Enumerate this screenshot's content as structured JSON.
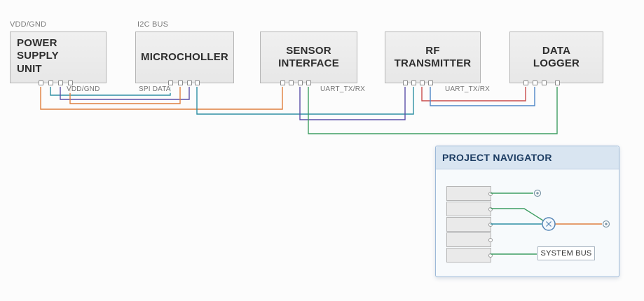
{
  "colors": {
    "orange": "#df7f3e",
    "purple": "#5b4ea8",
    "teal": "#2e8fa3",
    "green": "#3f9e63",
    "red": "#c84b4b",
    "blue": "#4f86c6",
    "node_stroke": "#5585b5",
    "terminal": "#7d97a8"
  },
  "top_labels": {
    "vdd_gnd": "VDD/GND",
    "i2c_bus": "I2C BUS"
  },
  "blocks": [
    {
      "title": "POWER\nSUPPLY\nUNIT"
    },
    {
      "title": "MICROCHOLLER"
    },
    {
      "title": "SENSOR\nINTERFACE"
    },
    {
      "title": "RF\nTRANSMITTER"
    },
    {
      "title": "DATA\nLOGGER"
    }
  ],
  "net_labels": [
    {
      "text": "VDD/GND"
    },
    {
      "text": "SPI DATA"
    },
    {
      "text": "UART_TX/RX"
    },
    {
      "text": "UART_TX/RX"
    }
  ],
  "navigator": {
    "title": "PROJECT NAVIGATOR",
    "system_bus": "SYSTEM BUS"
  }
}
